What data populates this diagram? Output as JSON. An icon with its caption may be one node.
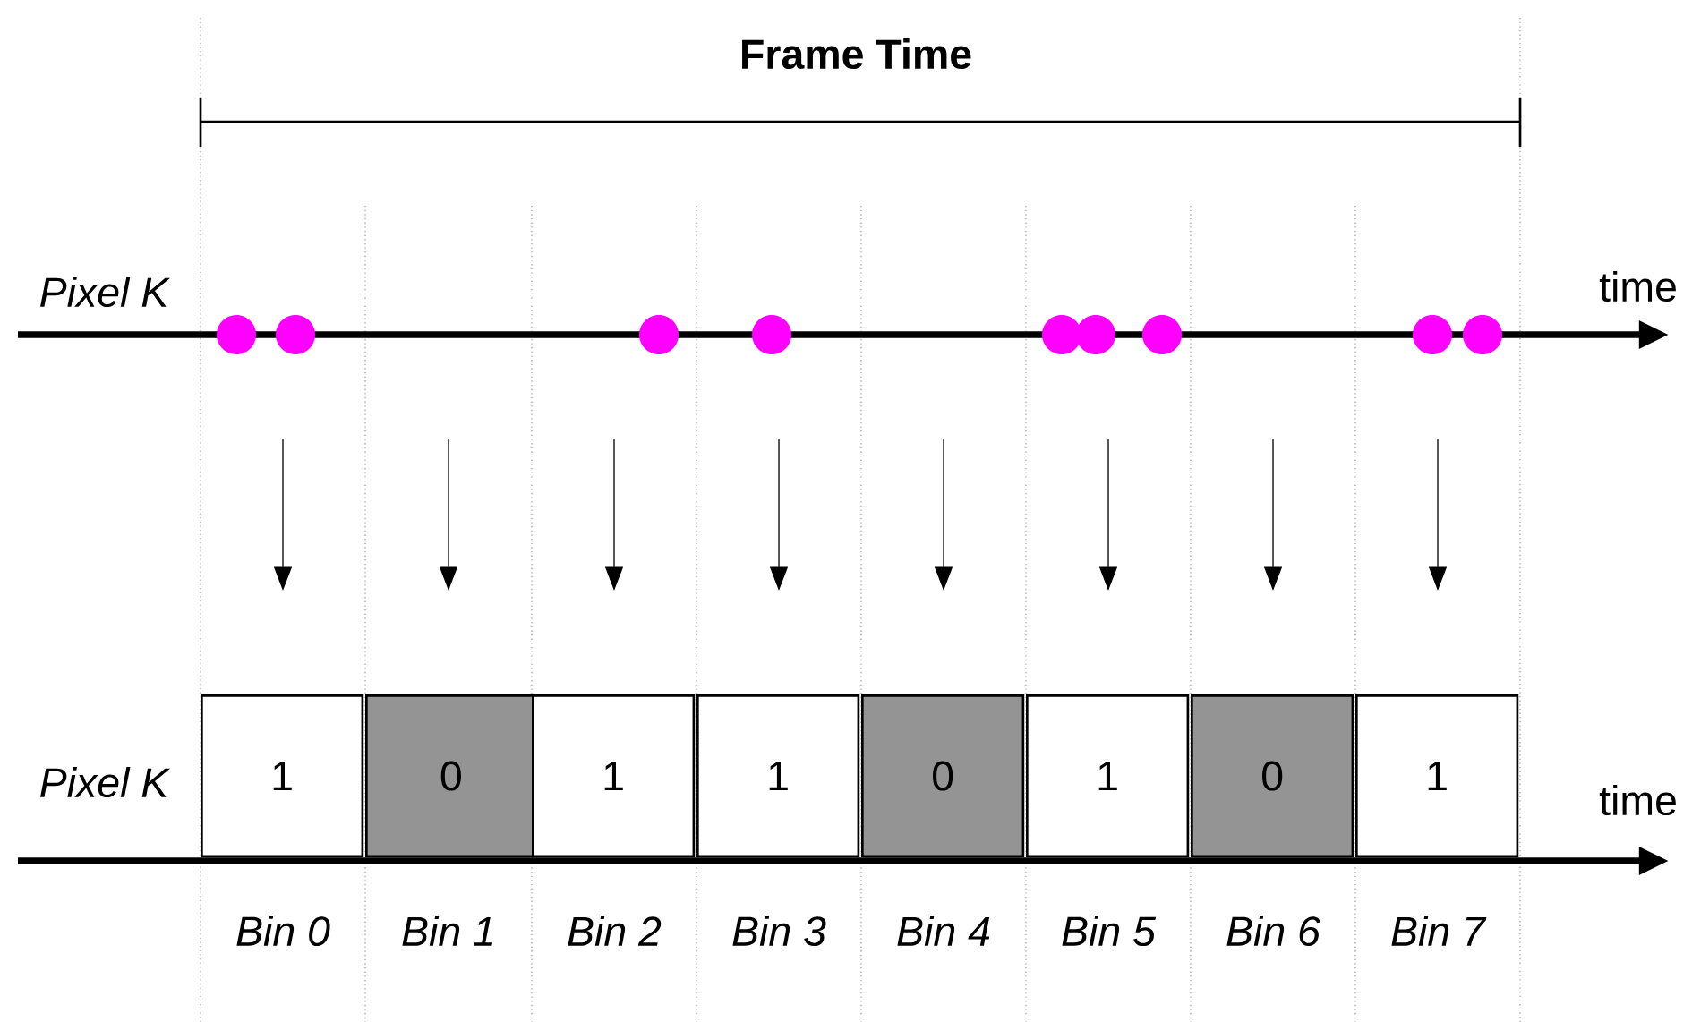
{
  "diagram": {
    "nodes": [
      {
        "text": [
          "1"
        ],
        "beside": [
          "Bin 0"
        ]
      },
      {
        "text": [
          "0"
        ],
        "beside": [
          "Bin 1"
        ]
      },
      {
        "text": [
          "1"
        ],
        "beside": [
          "Bin 2"
        ]
      },
      {
        "text": [
          "1"
        ],
        "beside": [
          "Bin 3"
        ]
      },
      {
        "text": [
          "0"
        ],
        "beside": [
          "Bin 4"
        ]
      },
      {
        "text": [
          "1"
        ],
        "beside": [
          "Bin 5"
        ]
      },
      {
        "text": [
          "0"
        ],
        "beside": [
          "Bin 6"
        ]
      },
      {
        "text": [
          "1"
        ],
        "beside": [
          "Bin 7"
        ]
      }
    ],
    "labels": [
      "Frame Time",
      "Pixel K",
      "time",
      "Pixel K",
      "time"
    ]
  }
}
